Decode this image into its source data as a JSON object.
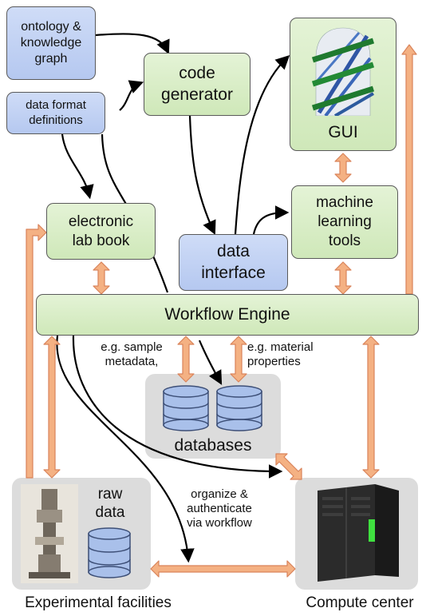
{
  "nodes": {
    "ontology": "ontology &\nknowledge\ngraph",
    "data_format": "data format\ndefinitions",
    "code_generator": "code\ngenerator",
    "gui": "GUI",
    "electronic_lab_book": "electronic\nlab book",
    "data_interface": "data\ninterface",
    "ml_tools": "machine\nlearning\ntools",
    "workflow_engine": "Workflow Engine",
    "databases": "databases",
    "raw_data": "raw\ndata"
  },
  "annotations": {
    "sample_metadata": "e.g. sample\nmetadata,",
    "material_properties": "e.g. material\nproperties",
    "organize": "organize &\nauthenticate\nvia workflow"
  },
  "captions": {
    "experimental": "Experimental facilities",
    "compute": "Compute center"
  },
  "colors": {
    "blue_box": "#b5c8f0",
    "green_box": "#cfe8b9",
    "grey_panel": "#dcdcdc",
    "orange_arrow": "#f4b183",
    "orange_outline": "#d9835a"
  }
}
